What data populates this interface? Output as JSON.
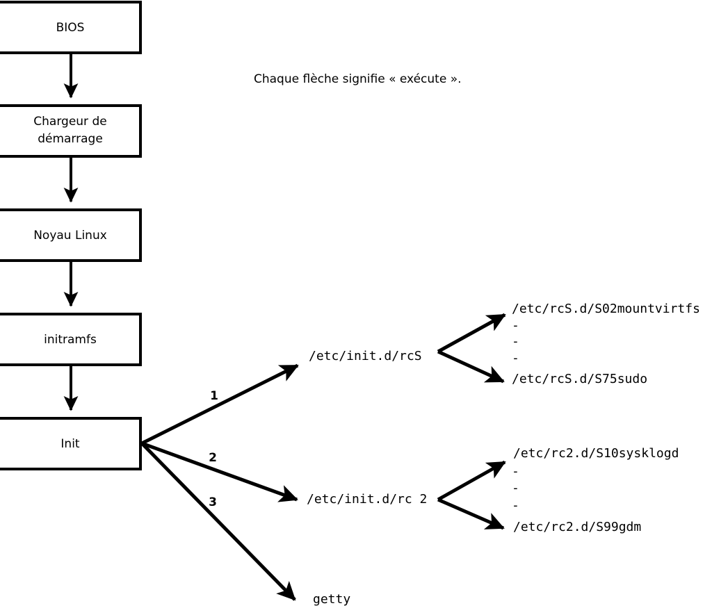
{
  "caption": {
    "text": "Chaque flèche signifie « exécute »."
  },
  "colors": {
    "stroke": "#000000",
    "background": "#ffffff",
    "box_fill": "#ffffff"
  },
  "boot_chain": {
    "boxes": [
      {
        "label": "BIOS",
        "line1": "BIOS",
        "line2": ""
      },
      {
        "label": "Chargeur de démarrage",
        "line1": "Chargeur de",
        "line2": "démarrage"
      },
      {
        "label": "Noyau Linux",
        "line1": "Noyau Linux",
        "line2": ""
      },
      {
        "label": "initramfs",
        "line1": "initramfs",
        "line2": ""
      },
      {
        "label": "Init",
        "line1": "Init",
        "line2": ""
      }
    ]
  },
  "init_branches": [
    {
      "number": "1",
      "target": "/etc/init.d/rcS"
    },
    {
      "number": "2",
      "target": "/etc/init.d/rc 2"
    },
    {
      "number": "3",
      "target": "getty"
    }
  ],
  "rcs_scripts": {
    "first": "/etc/rcS.d/S02mountvirtfs",
    "ellipsis": [
      "-",
      "-",
      "-"
    ],
    "last": "/etc/rcS.d/S75sudo"
  },
  "rc2_scripts": {
    "first": "/etc/rc2.d/S10sysklogd",
    "ellipsis": [
      "-",
      "-",
      "-"
    ],
    "last": "/etc/rc2.d/S99gdm"
  }
}
